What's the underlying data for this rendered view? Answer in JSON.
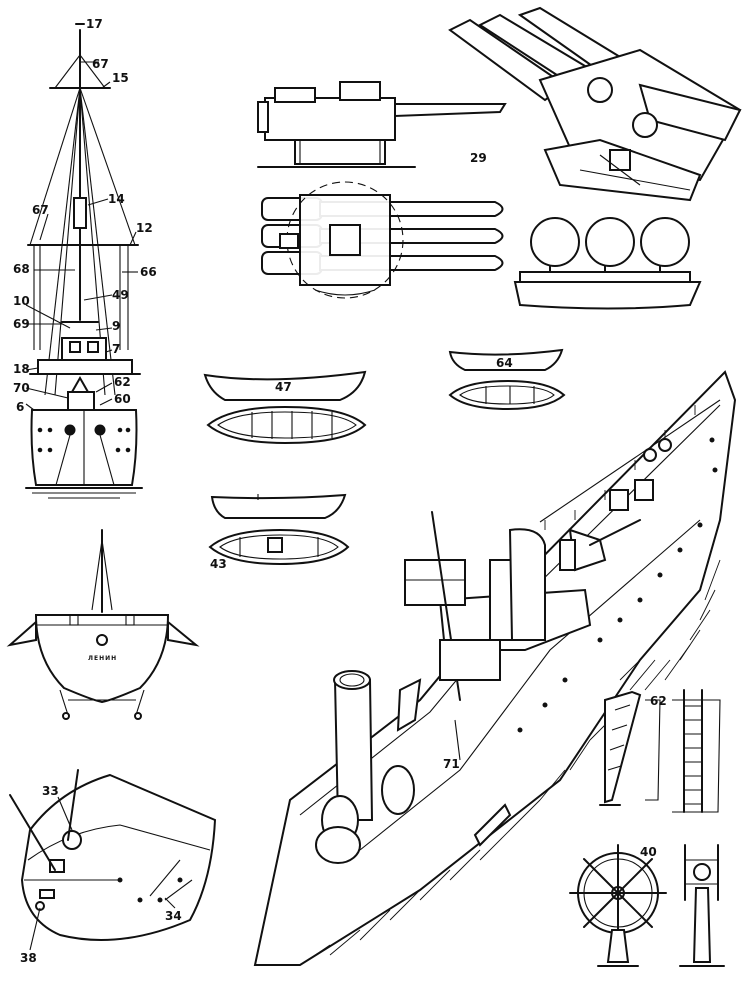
{
  "callouts": [
    {
      "id": "17",
      "text": "17"
    },
    {
      "id": "67a",
      "text": "67"
    },
    {
      "id": "15",
      "text": "15"
    },
    {
      "id": "14",
      "text": "14"
    },
    {
      "id": "67b",
      "text": "67"
    },
    {
      "id": "12",
      "text": "12"
    },
    {
      "id": "68",
      "text": "68"
    },
    {
      "id": "66",
      "text": "66"
    },
    {
      "id": "49",
      "text": "49"
    },
    {
      "id": "10",
      "text": "10"
    },
    {
      "id": "69",
      "text": "69"
    },
    {
      "id": "9",
      "text": "9"
    },
    {
      "id": "7",
      "text": "7"
    },
    {
      "id": "18",
      "text": "18"
    },
    {
      "id": "70",
      "text": "70"
    },
    {
      "id": "62a",
      "text": "62"
    },
    {
      "id": "6",
      "text": "6"
    },
    {
      "id": "60",
      "text": "60"
    },
    {
      "id": "29",
      "text": "29"
    },
    {
      "id": "47",
      "text": "47"
    },
    {
      "id": "64",
      "text": "64"
    },
    {
      "id": "43",
      "text": "43"
    },
    {
      "id": "71",
      "text": "71"
    },
    {
      "id": "62b",
      "text": "62"
    },
    {
      "id": "33",
      "text": "33"
    },
    {
      "id": "40",
      "text": "40"
    },
    {
      "id": "38",
      "text": "38"
    },
    {
      "id": "34",
      "text": "34"
    }
  ],
  "hull_name": "ЛЕНИН"
}
